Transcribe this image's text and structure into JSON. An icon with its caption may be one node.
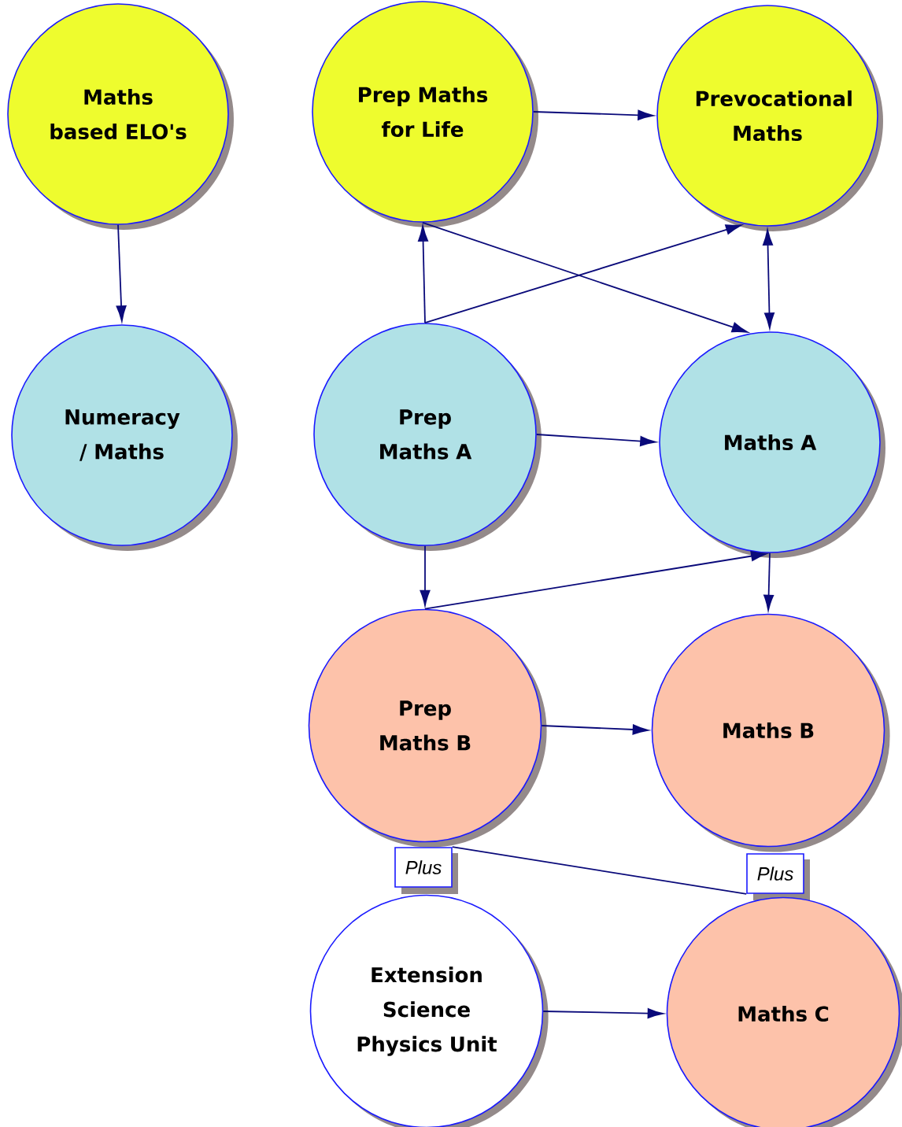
{
  "diagram": {
    "nodes": [
      {
        "text": [
          "Maths based ELO's"
        ]
      },
      {
        "text": [
          "Prep Maths for Life"
        ]
      },
      {
        "text": [
          "Prevocational Maths"
        ]
      },
      {
        "text": [
          "Numeracy / Maths"
        ]
      },
      {
        "text": [
          "Prep Maths A"
        ]
      },
      {
        "text": [
          "Maths A"
        ]
      },
      {
        "text": [
          "Prep Maths B"
        ]
      },
      {
        "text": [
          "Maths B"
        ]
      },
      {
        "text": [
          "Plus"
        ]
      },
      {
        "text": [
          "Plus"
        ]
      },
      {
        "text": [
          "Extension Science Physics Unit"
        ]
      },
      {
        "text": [
          "Maths C"
        ]
      }
    ],
    "edges": [
      {
        "from": 0,
        "to": 3,
        "arrow": "to"
      },
      {
        "from": 1,
        "to": 2,
        "arrow": "to"
      },
      {
        "from": 4,
        "to": 1,
        "arrow": "to"
      },
      {
        "from": 4,
        "to": 2,
        "arrow": "to"
      },
      {
        "from": 1,
        "to": 5,
        "arrow": "to"
      },
      {
        "from": 2,
        "to": 5,
        "arrow": "both"
      },
      {
        "from": 4,
        "to": 5,
        "arrow": "to"
      },
      {
        "from": 4,
        "to": 6,
        "arrow": "to"
      },
      {
        "from": 6,
        "to": 5,
        "arrow": "to"
      },
      {
        "from": 5,
        "to": 7,
        "arrow": "to"
      },
      {
        "from": 6,
        "to": 7,
        "arrow": "to"
      },
      {
        "from": 8,
        "to": 9,
        "arrow": "none"
      },
      {
        "from": 10,
        "to": 11,
        "arrow": "to"
      }
    ]
  }
}
